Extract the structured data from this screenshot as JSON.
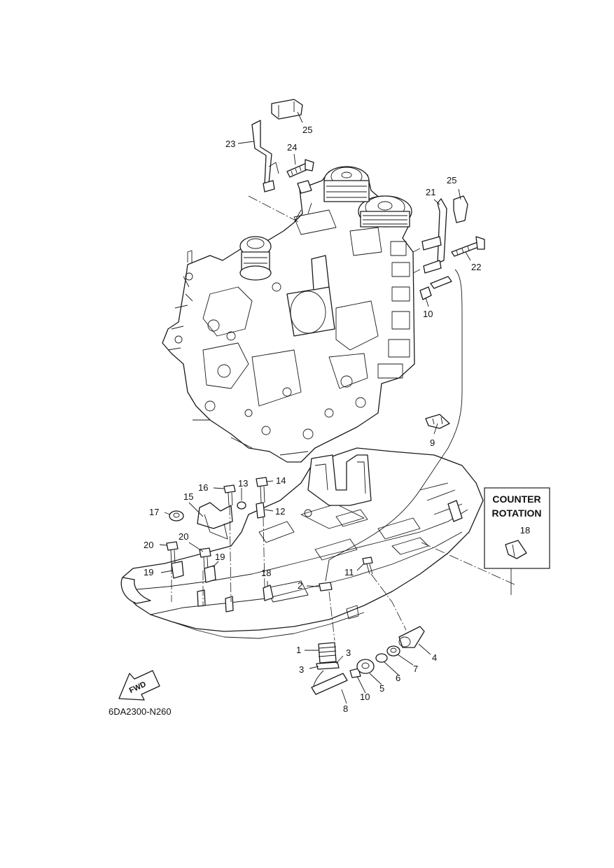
{
  "diagram": {
    "code": "6DA2300-N260",
    "inset": {
      "line1": "COUNTER",
      "line2": "ROTATION",
      "part": "18"
    },
    "fwd_label": "FWD",
    "callouts": {
      "c1": "1",
      "c2": "2",
      "c3a": "3",
      "c3b": "3",
      "c4": "4",
      "c5": "5",
      "c6": "6",
      "c7": "7",
      "c8": "8",
      "c9": "9",
      "c10a": "10",
      "c10b": "10",
      "c11": "11",
      "c12": "12",
      "c13": "13",
      "c14": "14",
      "c15": "15",
      "c16": "16",
      "c17": "17",
      "c18": "18",
      "c19a": "19",
      "c19b": "19",
      "c20a": "20",
      "c20b": "20",
      "c21": "21",
      "c22": "22",
      "c23": "23",
      "c24": "24",
      "c25a": "25",
      "c25b": "25"
    }
  }
}
